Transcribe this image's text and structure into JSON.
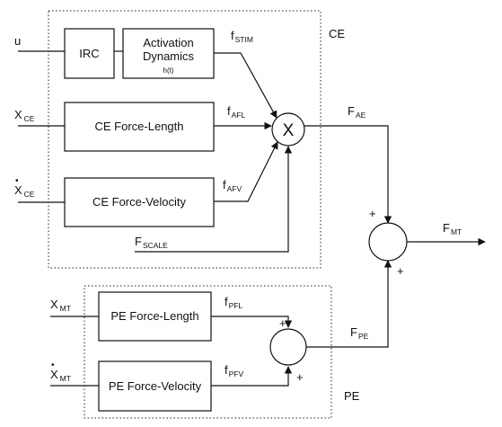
{
  "ce_group": {
    "label": "CE"
  },
  "pe_group": {
    "label": "PE"
  },
  "blocks": {
    "irc": {
      "label": "IRC"
    },
    "activation": {
      "line1": "Activation",
      "line2": "Dynamics",
      "line3": "h(t)"
    },
    "ce_force_length": {
      "label": "CE Force-Length"
    },
    "ce_force_velocity": {
      "label": "CE Force-Velocity"
    },
    "pe_force_length": {
      "label": "PE Force-Length"
    },
    "pe_force_velocity": {
      "label": "PE Force-Velocity"
    }
  },
  "operators": {
    "multiply": {
      "symbol": "X"
    },
    "sum_pe": {
      "plus_top": "+",
      "plus_bottom": "+"
    },
    "sum_total": {
      "plus_top": "+",
      "plus_bottom": "+"
    }
  },
  "inputs": {
    "u": {
      "main": "u"
    },
    "x_ce": {
      "main": "X",
      "sub": "CE"
    },
    "xdot_ce": {
      "main": "X",
      "dot": "•",
      "sub": "CE"
    },
    "f_scale": {
      "main": "F",
      "sub": "SCALE"
    },
    "x_mt": {
      "main": "X",
      "sub": "MT"
    },
    "xdot_mt": {
      "main": "X",
      "dot": "•",
      "sub": "MT"
    }
  },
  "signals": {
    "f_stim": {
      "main": "f",
      "sub": "STIM"
    },
    "f_afl": {
      "main": "f",
      "sub": "AFL"
    },
    "f_afv": {
      "main": "f",
      "sub": "AFV"
    },
    "f_ae": {
      "main": "F",
      "sub": "AE"
    },
    "f_pfl": {
      "main": "f",
      "sub": "PFL"
    },
    "f_pfv": {
      "main": "f",
      "sub": "PFV"
    },
    "f_pe": {
      "main": "F",
      "sub": "PE"
    }
  },
  "output": {
    "f_mt": {
      "main": "F",
      "sub": "MT"
    }
  }
}
